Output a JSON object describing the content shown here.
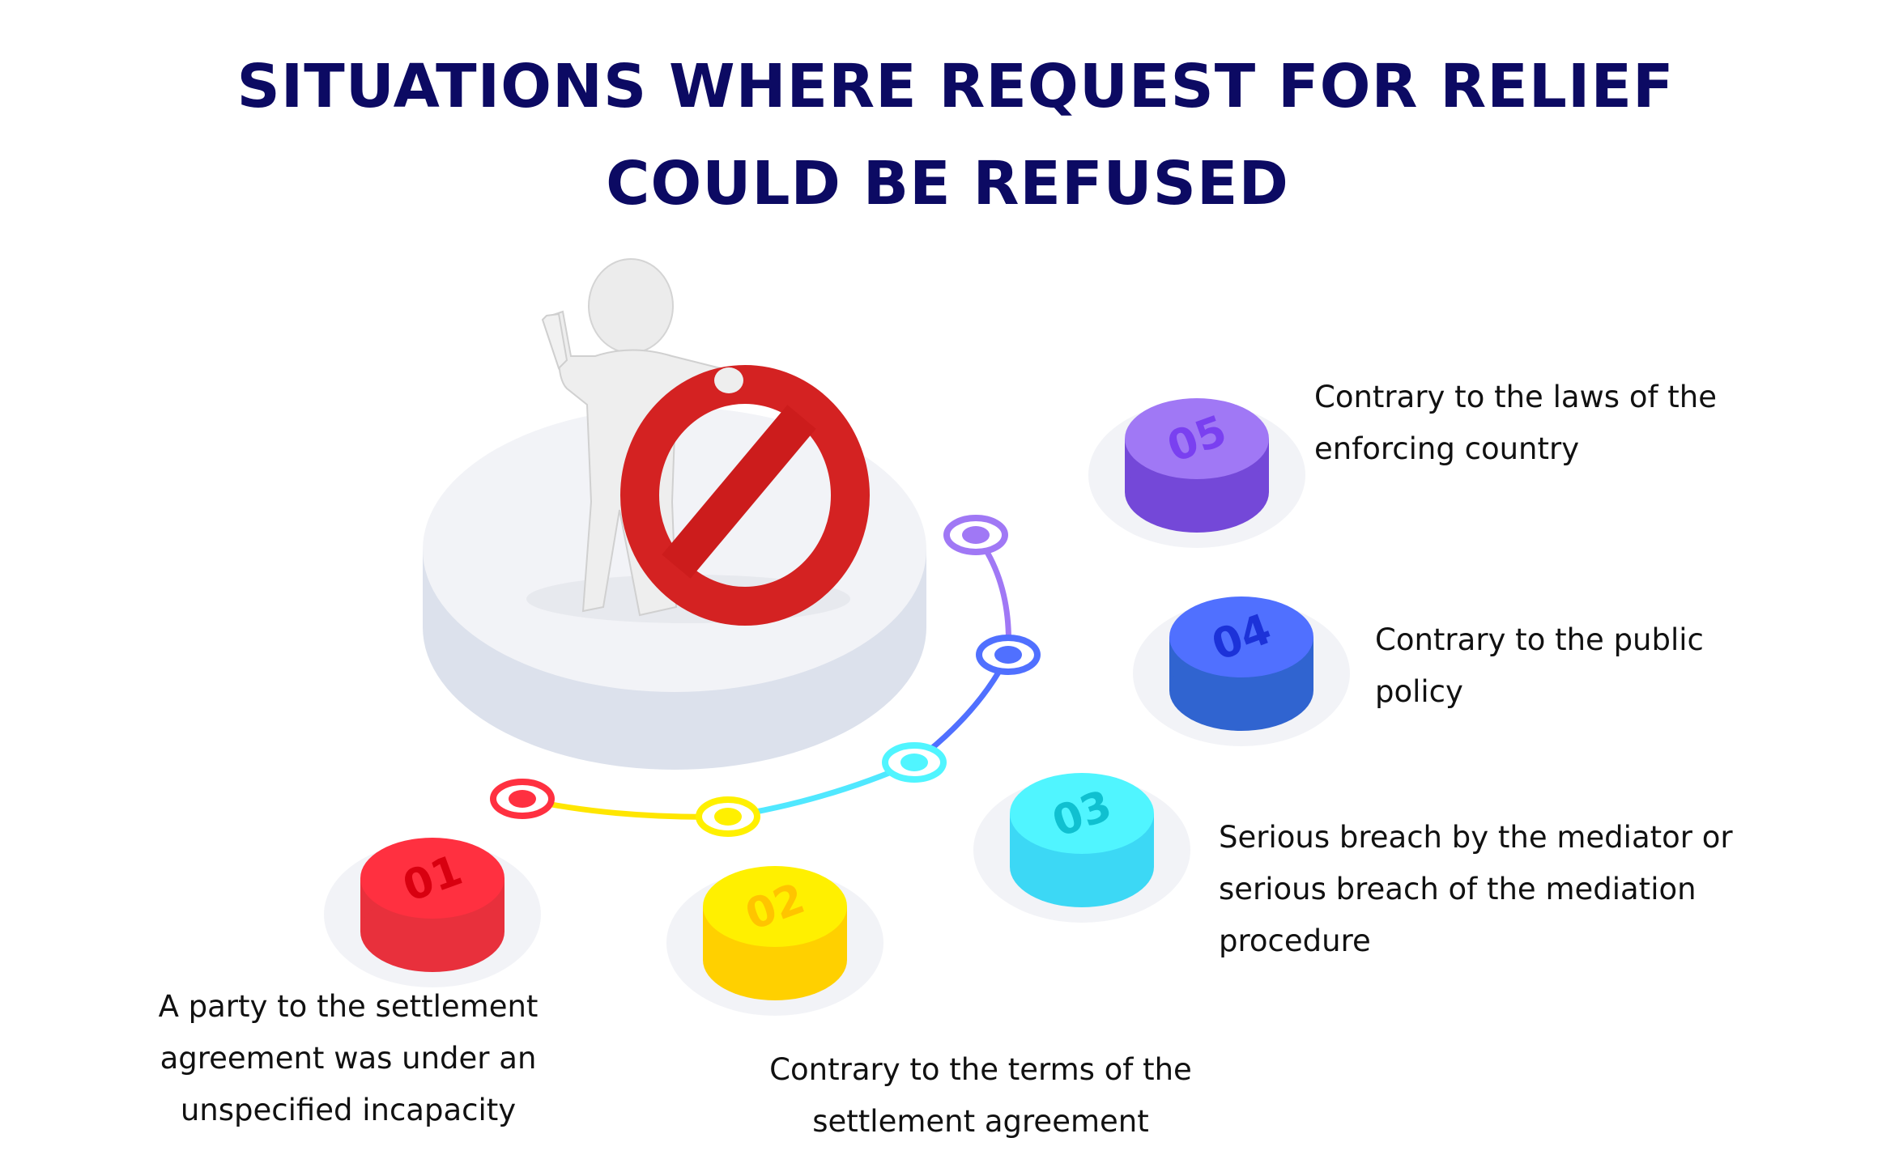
{
  "title": {
    "line1": "SITUATIONS WHERE REQUEST FOR RELIEF",
    "line2": "COULD BE REFUSED"
  },
  "items": [
    {
      "number": "01",
      "color": "#ff3040",
      "lines": [
        "A party to the settlement",
        "agreement was under an",
        "unspecified incapacity"
      ]
    },
    {
      "number": "02",
      "color": "#fff000",
      "lines": [
        "Contrary to the terms of the",
        "settlement agreement"
      ]
    },
    {
      "number": "03",
      "color": "#50f5ff",
      "lines": [
        "Serious breach by the mediator or",
        "serious breach of the mediation",
        "procedure"
      ]
    },
    {
      "number": "04",
      "color": "#5070ff",
      "lines": [
        "Contrary to the public",
        "policy"
      ]
    },
    {
      "number": "05",
      "color": "#a078f5",
      "lines": [
        "Contrary to the laws of the",
        "enforcing country"
      ]
    }
  ],
  "icons": {
    "figure": "stop-figure-icon",
    "sign": "no-entry-sign-icon"
  }
}
